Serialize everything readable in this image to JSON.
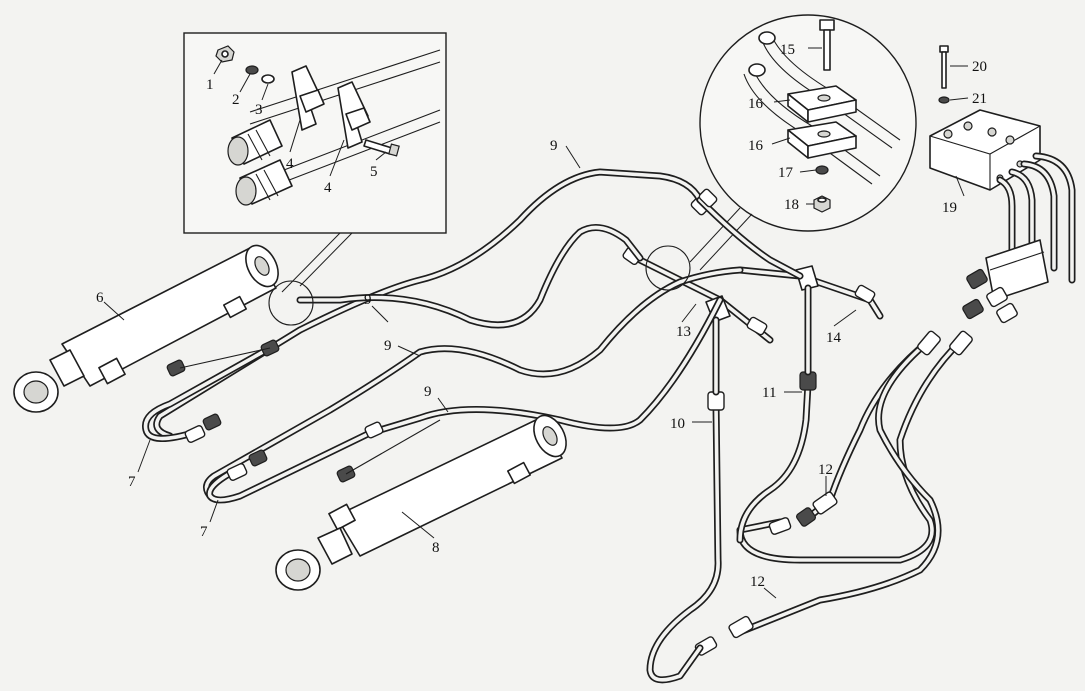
{
  "callouts": [
    {
      "id": "c1",
      "text": "1"
    },
    {
      "id": "c2",
      "text": "2"
    },
    {
      "id": "c3",
      "text": "3"
    },
    {
      "id": "c4a",
      "text": "4"
    },
    {
      "id": "c4b",
      "text": "4"
    },
    {
      "id": "c5",
      "text": "5"
    },
    {
      "id": "c6",
      "text": "6"
    },
    {
      "id": "c7a",
      "text": "7"
    },
    {
      "id": "c7b",
      "text": "7"
    },
    {
      "id": "c8",
      "text": "8"
    },
    {
      "id": "c9a",
      "text": "9"
    },
    {
      "id": "c9b",
      "text": "9"
    },
    {
      "id": "c9c",
      "text": "9"
    },
    {
      "id": "c9d",
      "text": "9"
    },
    {
      "id": "c10",
      "text": "10"
    },
    {
      "id": "c11",
      "text": "11"
    },
    {
      "id": "c12a",
      "text": "12"
    },
    {
      "id": "c12b",
      "text": "12"
    },
    {
      "id": "c13",
      "text": "13"
    },
    {
      "id": "c14",
      "text": "14"
    },
    {
      "id": "c15",
      "text": "15"
    },
    {
      "id": "c16a",
      "text": "16"
    },
    {
      "id": "c16b",
      "text": "16"
    },
    {
      "id": "c17",
      "text": "17"
    },
    {
      "id": "c18",
      "text": "18"
    },
    {
      "id": "c19",
      "text": "19"
    },
    {
      "id": "c20",
      "text": "20"
    },
    {
      "id": "c21",
      "text": "21"
    }
  ]
}
